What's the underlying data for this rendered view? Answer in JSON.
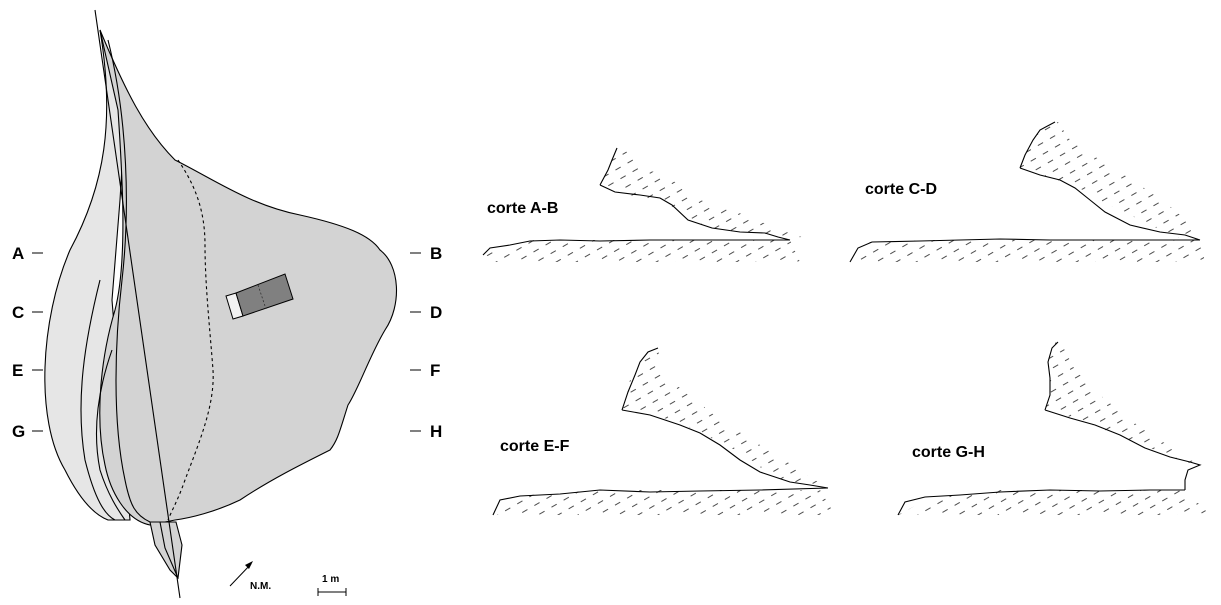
{
  "plan": {
    "section_markers": {
      "left": [
        "A",
        "C",
        "E",
        "G"
      ],
      "right": [
        "B",
        "D",
        "F",
        "H"
      ]
    },
    "north_label": "N.M.",
    "scale_label": "1 m",
    "colors": {
      "floor": "#d3d3d3",
      "wall_strip": "#e6e6e6",
      "block_dark": "#808080",
      "block_light": "#f2f2f2"
    }
  },
  "sections": [
    {
      "id": "ab",
      "label": "corte A-B"
    },
    {
      "id": "cd",
      "label": "corte C-D"
    },
    {
      "id": "ef",
      "label": "corte E-F"
    },
    {
      "id": "gh",
      "label": "corte G-H"
    }
  ]
}
